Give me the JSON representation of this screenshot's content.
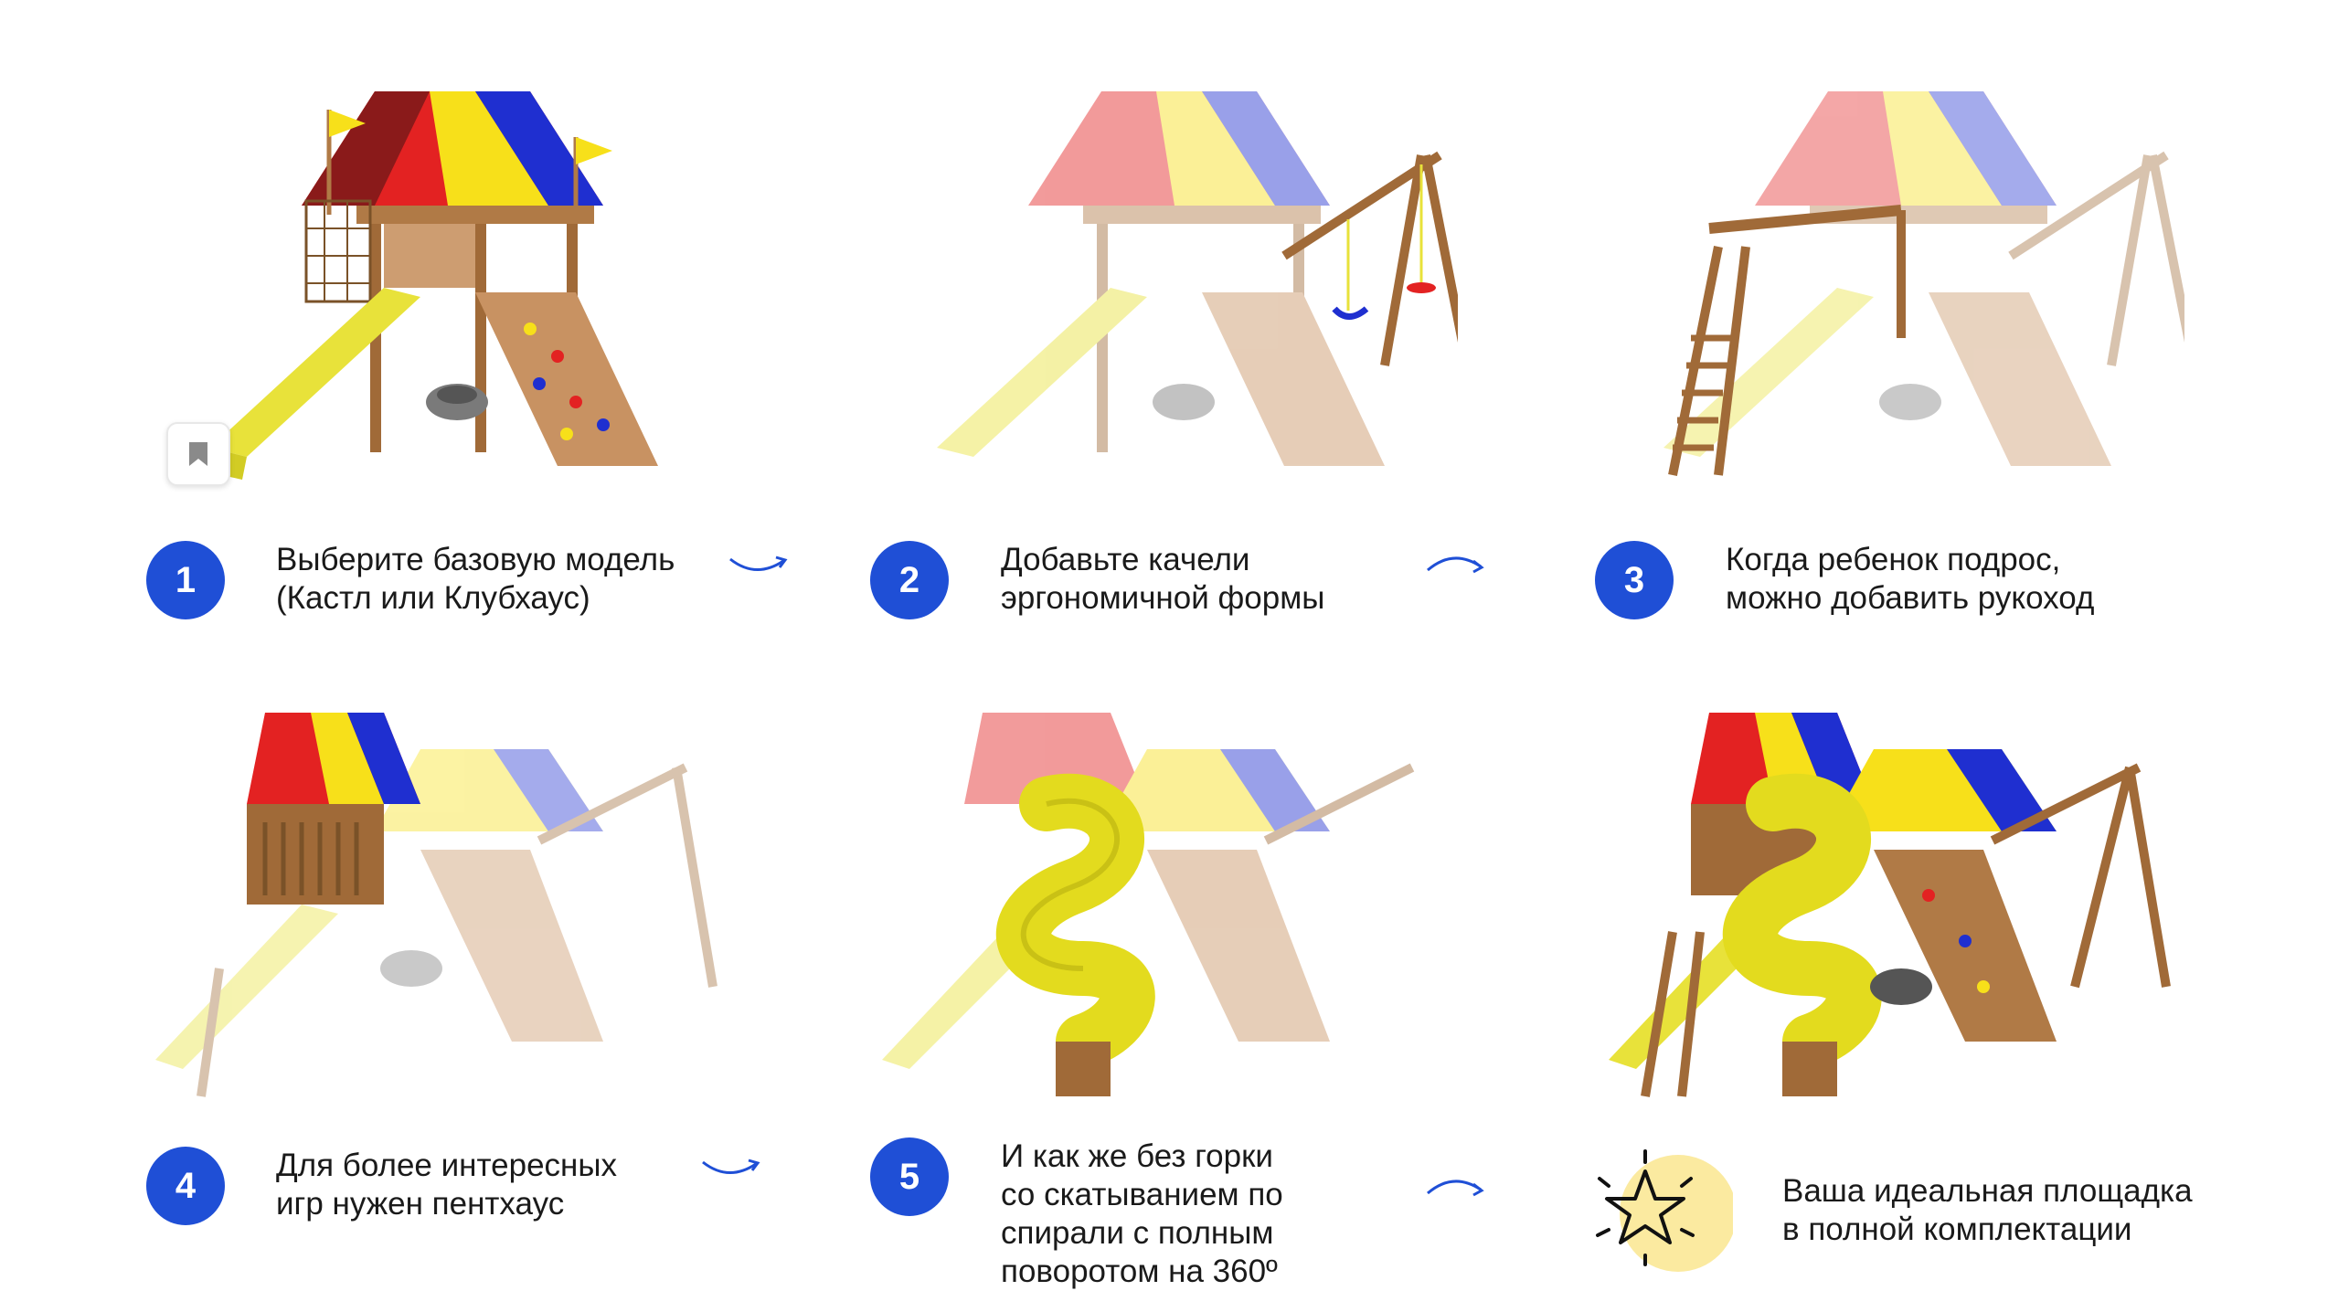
{
  "steps": [
    {
      "number": "1",
      "lines": [
        "Выберите базовую модель",
        "(Кастл или Клубхаус)"
      ]
    },
    {
      "number": "2",
      "lines": [
        "Добавьте качели",
        "эргономичной формы"
      ]
    },
    {
      "number": "3",
      "lines": [
        "Когда ребенок подрос,",
        "можно добавить рукоход"
      ]
    },
    {
      "number": "4",
      "lines": [
        "Для более интересных",
        "игр нужен пентхаус"
      ]
    },
    {
      "number": "5",
      "lines": [
        "И как же без горки",
        "со скатыванием по",
        "спирали с полным",
        "поворотом на 360º"
      ]
    }
  ],
  "final": {
    "lines": [
      "Ваша идеальная площадка",
      "в полной комплектации"
    ]
  },
  "colors": {
    "badge": "#1f4fd6",
    "arrow": "#1f4fd6",
    "roof_red": "#e32222",
    "roof_yellow": "#f7e01a",
    "roof_blue": "#1f2fd0",
    "wood": "#b07a46",
    "slide": "#e8e23a",
    "star_circle": "#fbeaa0"
  },
  "icons": {
    "bookmark": "bookmark-icon",
    "star": "sparkle-star-icon",
    "arrow": "curved-arrow-icon"
  }
}
